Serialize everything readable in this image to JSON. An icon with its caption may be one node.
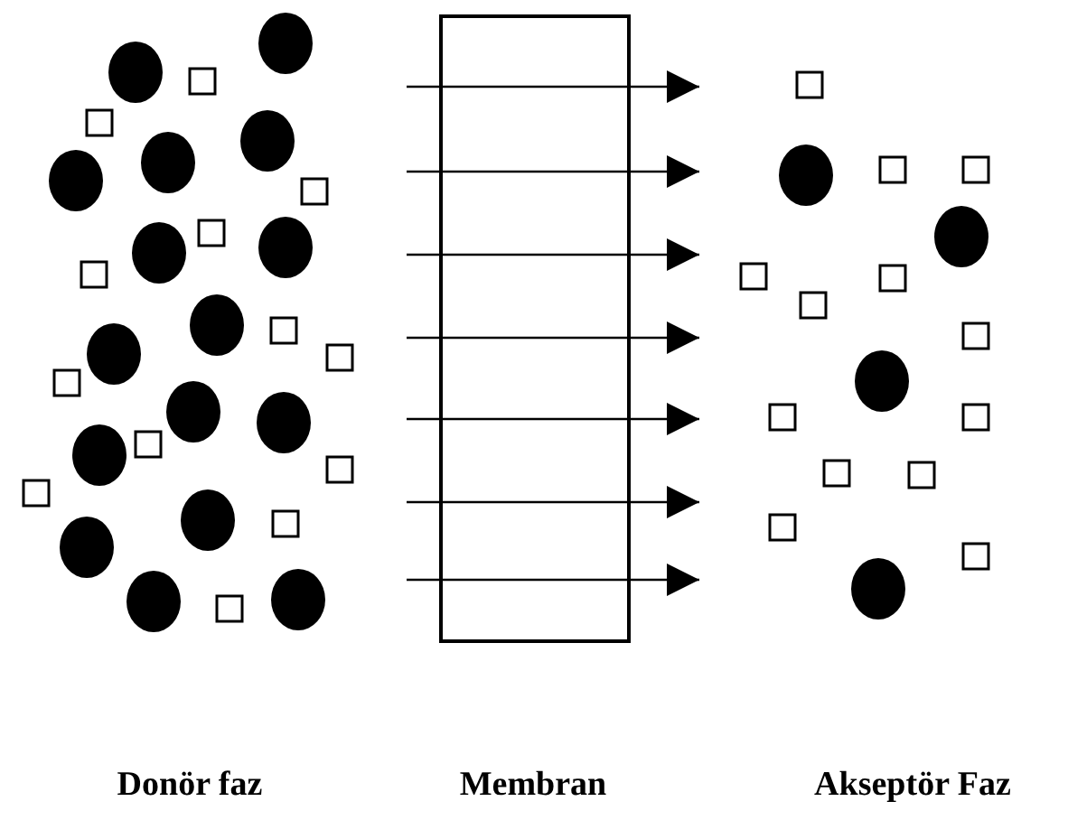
{
  "diagram": {
    "nodes": [
      {
        "text": [
          "Membran"
        ]
      }
    ],
    "labels": [
      "Donör faz",
      "Akseptör Faz"
    ]
  }
}
